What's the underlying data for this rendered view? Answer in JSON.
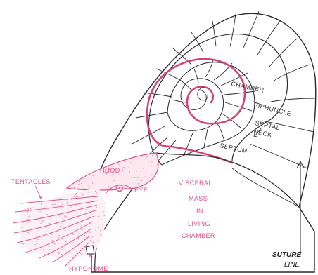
{
  "labels": {
    "chamber": "CHAMBER",
    "siphuncle": "SIPHUNCLE",
    "septal": "SEPTAL",
    "neck": "NECK",
    "septum": "SEPTUM",
    "hood": "HOOD",
    "tentacles": "TENTACLES",
    "eye": "EYE",
    "visceral_1": "VISCERAL",
    "visceral_2": "MASS",
    "visceral_3": "IN",
    "visceral_4": "LIVING",
    "visceral_5": "CHAMBER",
    "hyponome": "HYPONOME",
    "suture": "SUTURE",
    "line": "LINE"
  },
  "colors": {
    "outline": "#2b2b2b",
    "siphuncle": "#d8407a",
    "body": "#e0508c",
    "stipple": "#e27aa3"
  }
}
